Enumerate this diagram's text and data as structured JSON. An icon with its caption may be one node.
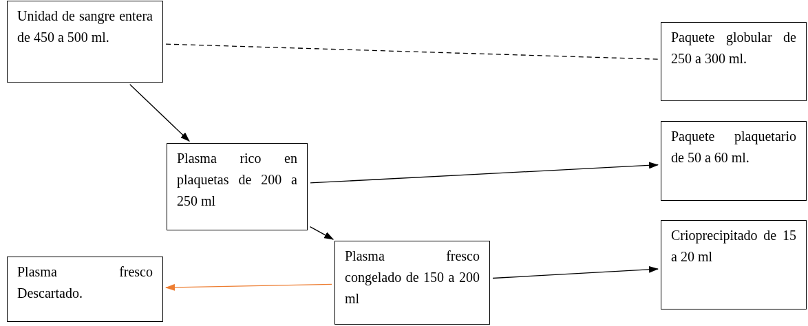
{
  "diagram": {
    "nodes": [
      {
        "text": [
          "Unidad de sangre entera de 450 a 500 ml."
        ]
      },
      {
        "text": [
          "Paquete globular de 250 a 300 ml."
        ]
      },
      {
        "text": [
          "Plasma rico en plaquetas de 200 a 250 ml"
        ]
      },
      {
        "text": [
          "Paquete plaquetario de 50 a 60 ml."
        ]
      },
      {
        "text": [
          "Plasma fresco congelado de 150 a 200 ml"
        ]
      },
      {
        "text": [
          "Crioprecipitado de 15 a 20 ml"
        ]
      },
      {
        "text": [
          "Plasma fresco Descartado."
        ]
      }
    ],
    "edges": [
      {
        "from": 0,
        "to": 1,
        "arrow": "none",
        "style": "dashed"
      },
      {
        "from": 0,
        "to": 2,
        "arrow": "to"
      },
      {
        "from": 2,
        "to": 3,
        "arrow": "to"
      },
      {
        "from": 2,
        "to": 4,
        "arrow": "to"
      },
      {
        "from": 4,
        "to": 5,
        "arrow": "to"
      },
      {
        "from": 4,
        "to": 6,
        "arrow": "to",
        "color": "#ed7d31"
      }
    ]
  }
}
